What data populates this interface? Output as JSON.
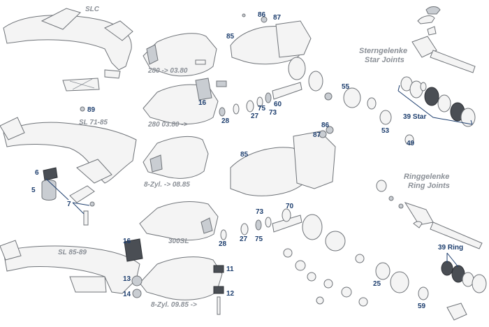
{
  "captions": {
    "slc": "SLC",
    "sl7185": "SL 71-85",
    "sl8589": "SL 85-89",
    "d280a": "280  -> 03.80",
    "d280b": "280  03.80 ->",
    "zyl8a": "8-Zyl.  -> 08.85",
    "d300sl": "300SL",
    "zyl8b": "8-Zyl. 09.85 ->",
    "star_de": "Sterngelenke",
    "star_en": "Star Joints",
    "ring_de": "Ringgelenke",
    "ring_en": "Ring Joints"
  },
  "part_numbers": {
    "n89": "89",
    "n6": "6",
    "n5": "5",
    "n7": "7",
    "n16a": "16",
    "n16b": "16",
    "n13": "13",
    "n14": "14",
    "n11": "11",
    "n12": "12",
    "n86a": "86",
    "n87": "87",
    "n85a": "85",
    "n28a": "28",
    "n27a": "27",
    "n75a": "75",
    "n73a": "73",
    "n60": "60",
    "n55": "55",
    "n39star": "39 Star",
    "n53": "53",
    "n49": "49",
    "n86b": "86",
    "n87b": "87",
    "n85b": "85",
    "n73b": "73",
    "n70": "70",
    "n28b": "28",
    "n27b": "27",
    "n75b": "75",
    "n39ring": "39 Ring",
    "n25": "25",
    "n59": "59"
  }
}
